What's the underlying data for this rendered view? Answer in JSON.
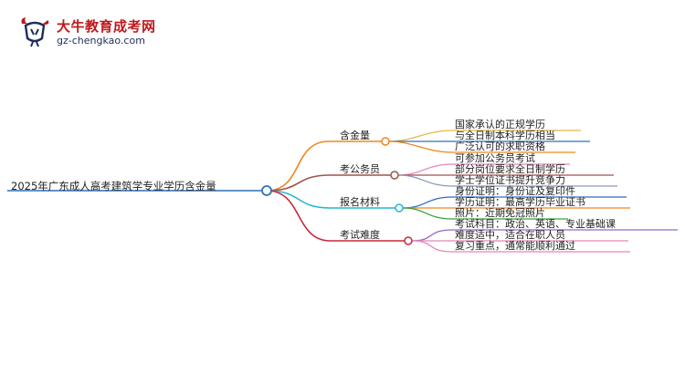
{
  "logo": {
    "name": "大牛教育成考网",
    "url": "gz-chengkao.com",
    "icon": "bull-logo-icon"
  },
  "mindmap": {
    "root": "2025年广东成人高考建筑学专业学历含金量",
    "branches": [
      {
        "label": "含金量",
        "color": "#f0861a",
        "children": [
          {
            "label": "国家承认的正规学历",
            "color": "#e8b84a"
          },
          {
            "label": "与全日制本科学历相当",
            "color": "#2f6fb8"
          },
          {
            "label": "广泛认可的求职资格",
            "color": "#f0861a"
          }
        ]
      },
      {
        "label": "考公务员",
        "color": "#a0524a",
        "children": [
          {
            "label": "可参加公务员考试",
            "color": "#e888b6"
          },
          {
            "label": "部分岗位要求全日制学历",
            "color": "#a0524a"
          },
          {
            "label": "学士学位证书提升竞争力",
            "color": "#8a9ab8"
          }
        ]
      },
      {
        "label": "报名材料",
        "color": "#26b6d8",
        "children": [
          {
            "label": "身份证明：身份证及复印件",
            "color": "#2f6fb8"
          },
          {
            "label": "学历证明：最高学历毕业证书",
            "color": "#f0861a"
          },
          {
            "label": "照片：近期免冠照片",
            "color": "#3aa040"
          }
        ]
      },
      {
        "label": "考试难度",
        "color": "#c8283c",
        "children": [
          {
            "label": "考试科目：政治、英语、专业基础课",
            "color": "#9a66c8"
          },
          {
            "label": "难度适中，适合在职人员",
            "color": "#e888b6"
          },
          {
            "label": "复习重点，通常能顺利通过",
            "color": "#e888b6"
          }
        ]
      }
    ]
  }
}
